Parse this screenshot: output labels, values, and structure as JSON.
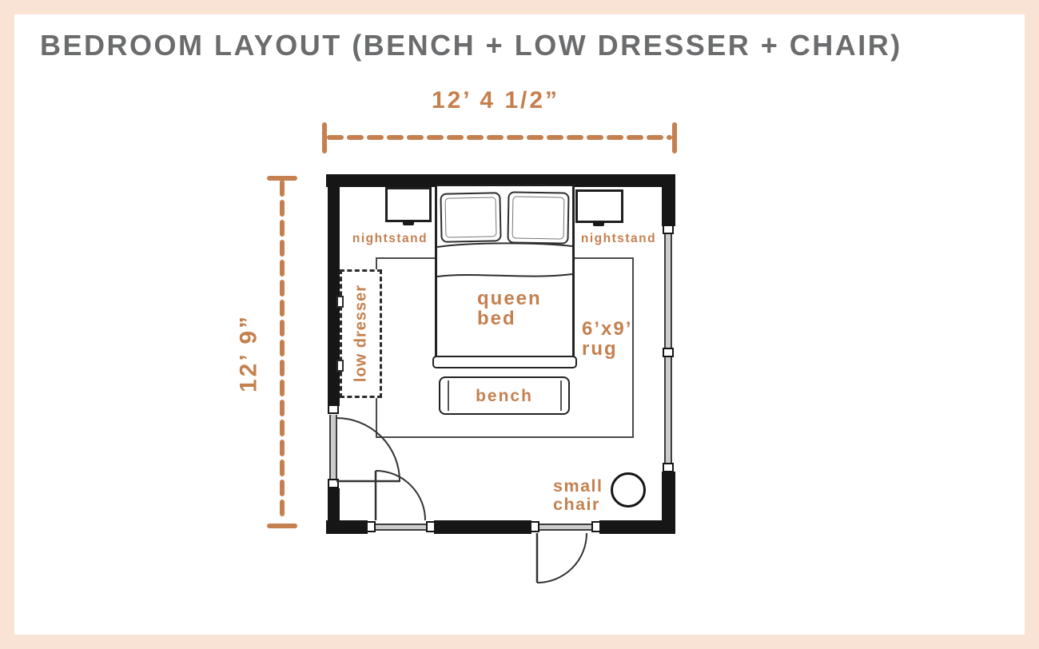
{
  "title": "BEDROOM LAYOUT (BENCH + LOW DRESSER + CHAIR)",
  "dimensions": {
    "room_width": "12’ 4 1/2”",
    "room_height": "12’ 9”"
  },
  "labels": {
    "nightstand_left": "nightstand",
    "nightstand_right": "nightstand",
    "queen_bed": "queen\nbed",
    "rug": "6’x9’\nrug",
    "bench": "bench",
    "low_dresser": "low dresser",
    "small_chair": "small\nchair"
  },
  "colors": {
    "accent": "#C5804F",
    "wall": "#161616",
    "title": "#6B6C6E",
    "frame": "#F8E3D5"
  }
}
